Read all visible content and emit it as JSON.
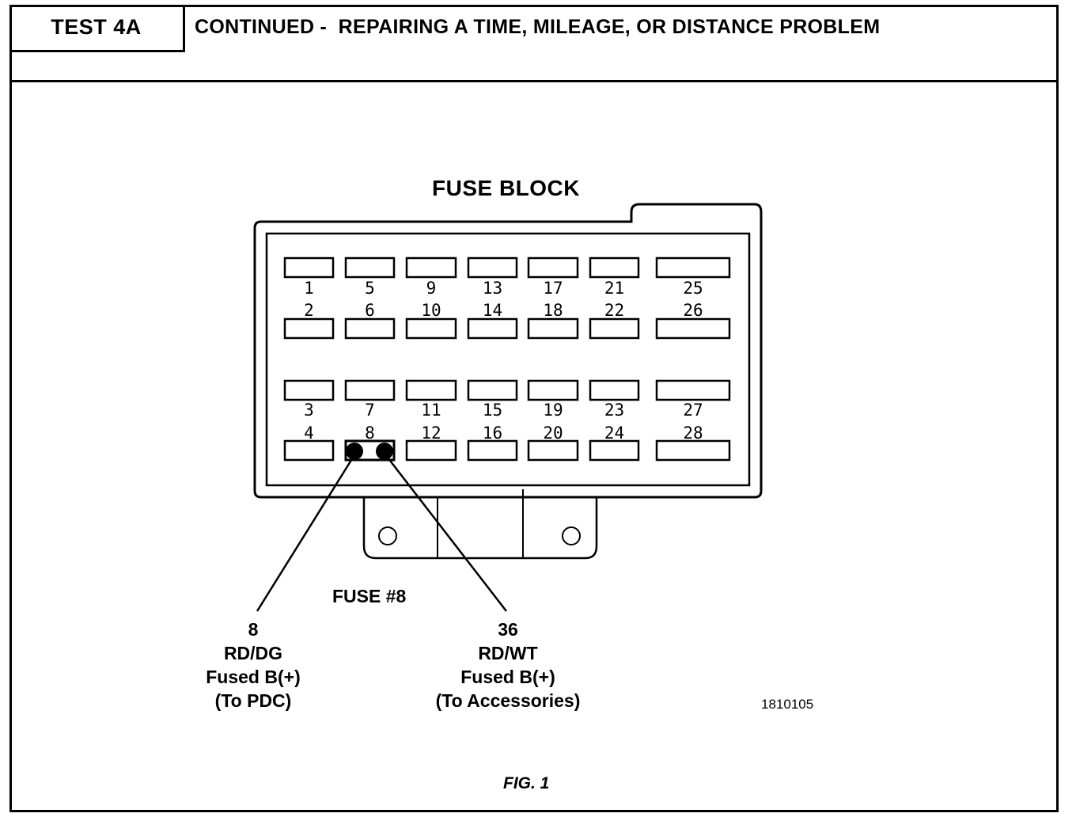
{
  "header": {
    "test_label": "TEST 4A",
    "title": "CONTINUED -  REPAIRING A TIME, MILEAGE, OR DISTANCE PROBLEM"
  },
  "diagram": {
    "title": "FUSE BLOCK",
    "fuse_numbers": [
      "1",
      "2",
      "3",
      "4",
      "5",
      "6",
      "7",
      "8",
      "9",
      "10",
      "11",
      "12",
      "13",
      "14",
      "15",
      "16",
      "17",
      "18",
      "19",
      "20",
      "21",
      "22",
      "23",
      "24",
      "25",
      "26",
      "27",
      "28"
    ],
    "highlighted_fuse_label": "FUSE #8",
    "wire_left": {
      "circuit": "8",
      "color": "RD/DG",
      "desc": "Fused B(+)",
      "dest": "(To PDC)"
    },
    "wire_right": {
      "circuit": "36",
      "color": "RD/WT",
      "desc": "Fused B(+)",
      "dest": "(To Accessories)"
    },
    "figure_code": "1810105",
    "caption": "FIG. 1"
  }
}
